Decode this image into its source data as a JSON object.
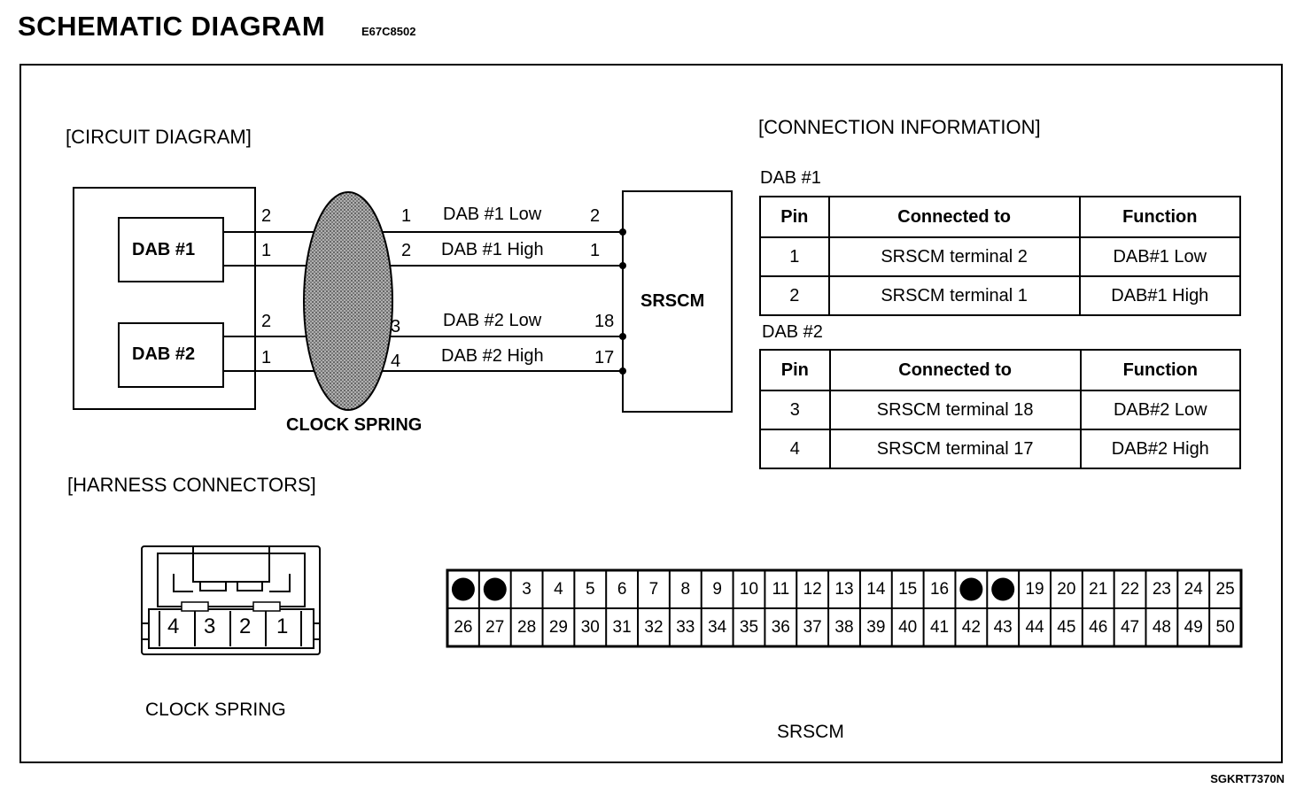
{
  "header": {
    "title": "SCHEMATIC DIAGRAM",
    "code": "E67C8502",
    "ref": "SGKRT7370N"
  },
  "sections": {
    "circuit": "[CIRCUIT DIAGRAM]",
    "connection": "[CONNECTION INFORMATION]",
    "harness": "[HARNESS CONNECTORS]"
  },
  "circuit": {
    "dab1": "DAB #1",
    "dab2": "DAB #2",
    "clock_spring": "CLOCK SPRING",
    "srscm": "SRSCM",
    "wires": [
      {
        "left_pin": "2",
        "cs_pin": "1",
        "name": "DAB #1 Low",
        "srscm_pin": "2"
      },
      {
        "left_pin": "1",
        "cs_pin": "2",
        "name": "DAB #1 High",
        "srscm_pin": "1"
      },
      {
        "left_pin": "2",
        "cs_pin": "3",
        "name": "DAB #2 Low",
        "srscm_pin": "18"
      },
      {
        "left_pin": "1",
        "cs_pin": "4",
        "name": "DAB #2 High",
        "srscm_pin": "17"
      }
    ]
  },
  "tables": {
    "headers": [
      "Pin",
      "Connected to",
      "Function"
    ],
    "dab1": {
      "caption": "DAB #1",
      "rows": [
        [
          "1",
          "SRSCM terminal 2",
          "DAB#1 Low"
        ],
        [
          "2",
          "SRSCM terminal 1",
          "DAB#1 High"
        ]
      ]
    },
    "dab2": {
      "caption": "DAB #2",
      "rows": [
        [
          "3",
          "SRSCM terminal 18",
          "DAB#2 Low"
        ],
        [
          "4",
          "SRSCM terminal 17",
          "DAB#2 High"
        ]
      ]
    }
  },
  "harness": {
    "clock_spring_caption": "CLOCK SPRING",
    "clock_spring_pins": [
      "4",
      "3",
      "2",
      "1"
    ],
    "srscm_caption": "SRSCM",
    "srscm_row1": [
      "",
      "",
      "3",
      "4",
      "5",
      "6",
      "7",
      "8",
      "9",
      "10",
      "11",
      "12",
      "13",
      "14",
      "15",
      "16",
      "",
      "",
      "19",
      "20",
      "21",
      "22",
      "23",
      "24",
      "25"
    ],
    "srscm_row2": [
      "26",
      "27",
      "28",
      "29",
      "30",
      "31",
      "32",
      "33",
      "34",
      "35",
      "36",
      "37",
      "38",
      "39",
      "40",
      "41",
      "42",
      "43",
      "44",
      "45",
      "46",
      "47",
      "48",
      "49",
      "50"
    ]
  }
}
